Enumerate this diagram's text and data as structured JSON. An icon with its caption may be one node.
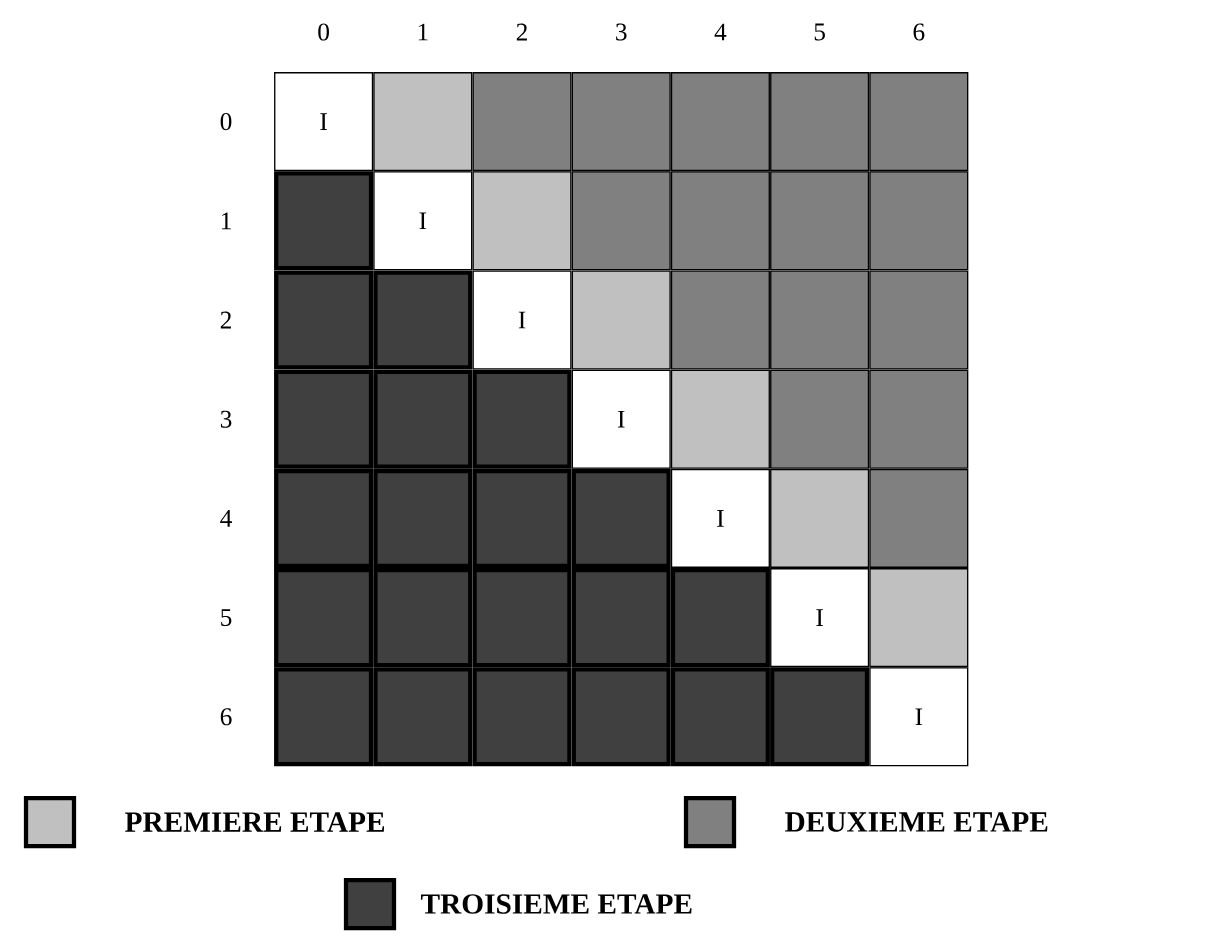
{
  "diagram": {
    "nodes": [
      {
        "text": [
          "I"
        ]
      },
      {
        "text": [],
        "shape": "box"
      },
      {
        "text": [],
        "shape": "box"
      },
      {
        "text": [],
        "shape": "box"
      },
      {
        "text": [],
        "shape": "box"
      },
      {
        "text": [],
        "shape": "box"
      },
      {
        "text": [],
        "shape": "box"
      },
      {
        "text": [],
        "shape": "box"
      },
      {
        "text": [
          "I"
        ]
      },
      {
        "text": [],
        "shape": "box"
      },
      {
        "text": [],
        "shape": "box"
      },
      {
        "text": [],
        "shape": "box"
      },
      {
        "text": [],
        "shape": "box"
      },
      {
        "text": [],
        "shape": "box"
      },
      {
        "text": [],
        "shape": "box"
      },
      {
        "text": [],
        "shape": "box"
      },
      {
        "text": [
          "I"
        ]
      },
      {
        "text": [],
        "shape": "box"
      },
      {
        "text": [],
        "shape": "box"
      },
      {
        "text": [],
        "shape": "box"
      },
      {
        "text": [],
        "shape": "box"
      },
      {
        "text": [],
        "shape": "box"
      },
      {
        "text": [],
        "shape": "box"
      },
      {
        "text": [],
        "shape": "box"
      },
      {
        "text": [
          "I"
        ]
      },
      {
        "text": [],
        "shape": "box"
      },
      {
        "text": [],
        "shape": "box"
      },
      {
        "text": [],
        "shape": "box"
      },
      {
        "text": [],
        "shape": "box"
      },
      {
        "text": [],
        "shape": "box"
      },
      {
        "text": [],
        "shape": "box"
      },
      {
        "text": [],
        "shape": "box"
      },
      {
        "text": [
          "I"
        ]
      },
      {
        "text": [],
        "shape": "box"
      },
      {
        "text": [],
        "shape": "box"
      },
      {
        "text": [],
        "shape": "box"
      },
      {
        "text": [],
        "shape": "box"
      },
      {
        "text": [],
        "shape": "box"
      },
      {
        "text": [],
        "shape": "box"
      },
      {
        "text": [],
        "shape": "box"
      },
      {
        "text": [
          "I"
        ]
      },
      {
        "text": [],
        "shape": "box"
      },
      {
        "text": [],
        "shape": "box"
      },
      {
        "text": [],
        "shape": "box"
      },
      {
        "text": [],
        "shape": "box"
      },
      {
        "text": [],
        "shape": "box"
      },
      {
        "text": [],
        "shape": "box"
      },
      {
        "text": [],
        "shape": "box"
      },
      {
        "text": [
          "I"
        ]
      }
    ],
    "labels": [
      "0",
      "1",
      "2",
      "3",
      "4",
      "5",
      "6",
      "0",
      "1",
      "2",
      "3",
      "4",
      "5",
      "6"
    ],
    "legend": [
      {
        "text": "PREMIERE ETAPE",
        "color": "#c0c0c0"
      },
      {
        "text": "DEUXIEME ETAPE",
        "color": "#808080"
      },
      {
        "text": "TROISIEME ETAPE",
        "color": "#404040"
      }
    ]
  }
}
